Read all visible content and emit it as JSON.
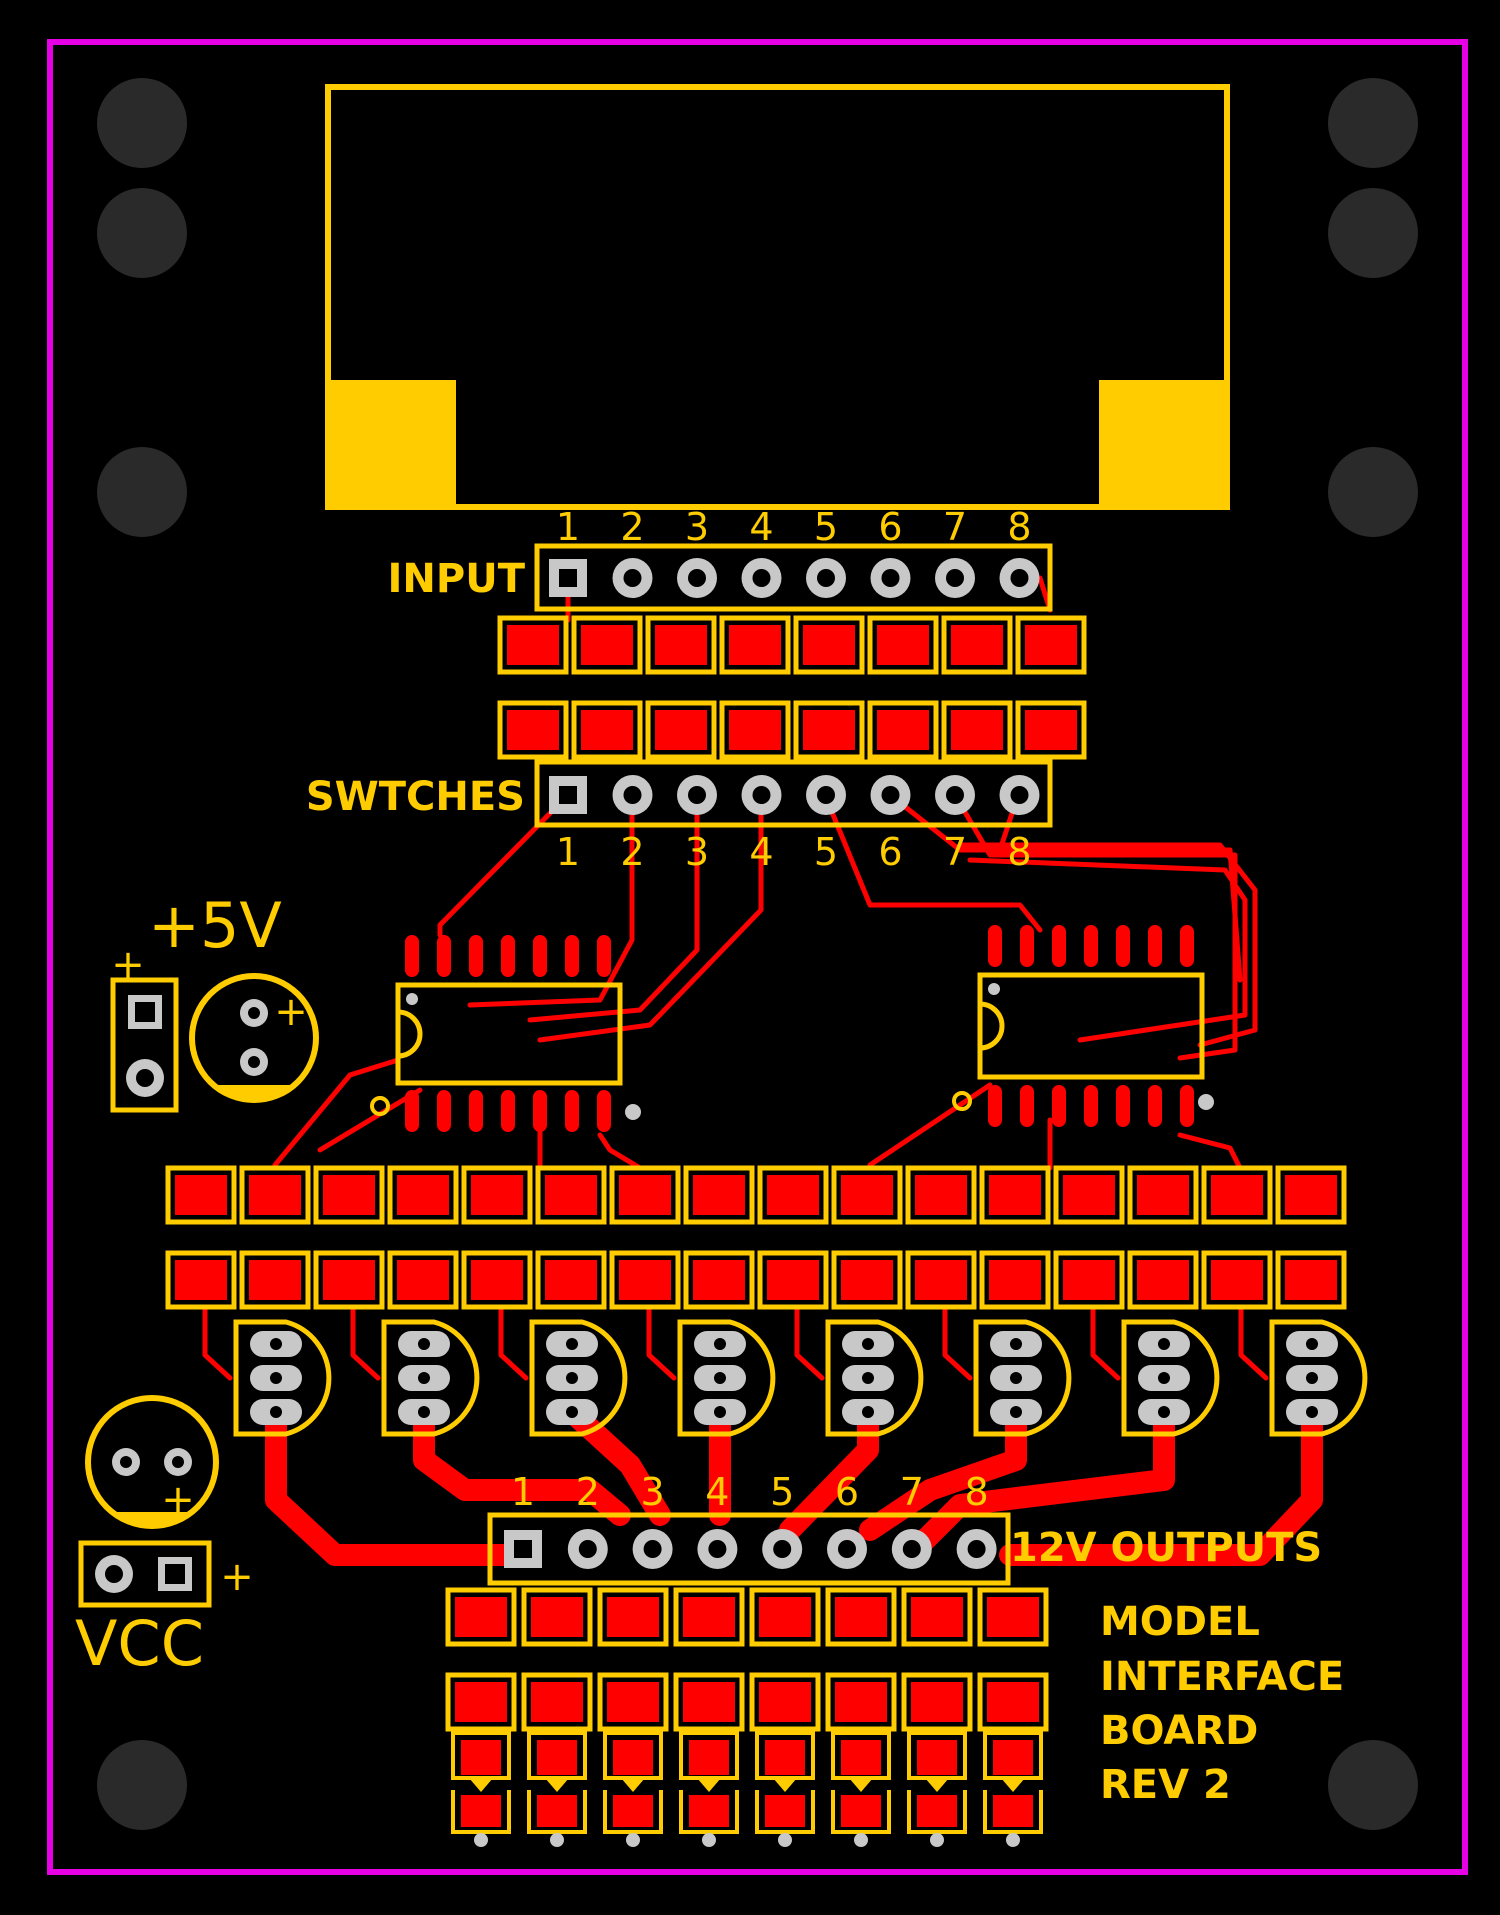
{
  "colors": {
    "background": "#000000",
    "outline": "#e600e6",
    "silkscreen": "#ffcc00",
    "copper": "#ff0000",
    "mounting_hole": "#2a2a2a",
    "pad_ring": "#c8c8c8"
  },
  "input_header": {
    "label": "INPUT",
    "pins": [
      "1",
      "2",
      "3",
      "4",
      "5",
      "6",
      "7",
      "8"
    ]
  },
  "switch_header": {
    "label": "SWTCHES",
    "pins": [
      "1",
      "2",
      "3",
      "4",
      "5",
      "6",
      "7",
      "8"
    ]
  },
  "output_header": {
    "label": "12V OUTPUTS",
    "pins": [
      "1",
      "2",
      "3",
      "4",
      "5",
      "6",
      "7",
      "8"
    ]
  },
  "power": {
    "five_volt_label": "+5V",
    "vcc_label": "VCC",
    "plus": "+"
  },
  "board_title": {
    "line1": "MODEL",
    "line2": "INTERFACE",
    "line3": "BOARD",
    "line4": "REV 2"
  }
}
